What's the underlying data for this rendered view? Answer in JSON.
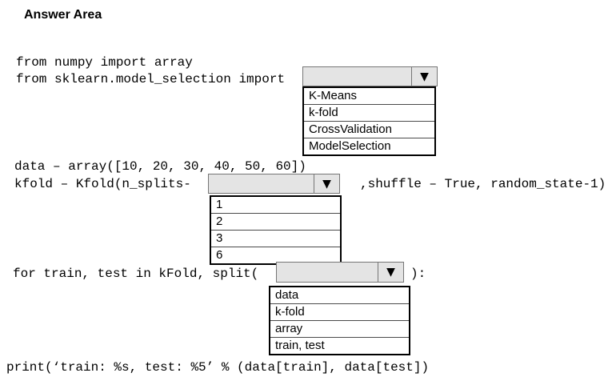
{
  "title": "Answer Area",
  "code": {
    "line1": "from numpy import array",
    "line2_prefix": "from sklearn.model_selection import",
    "line3": "data – array([10, 20, 30, 40, 50, 60])",
    "line4_prefix": "kfold – Kfold(n_splits-",
    "line4_suffix": ",shuffle – True, random_state-1)",
    "line5_prefix": "for train, test in kFold, split(",
    "line5_suffix": "):",
    "line6": "print(‘train: %s, test: %5’ % (data[train], data[test])"
  },
  "icons": {
    "dropdown_arrow": "▼"
  },
  "dropdowns": [
    {
      "name": "import-selection",
      "value": "",
      "options": [
        "K-Means",
        "k-fold",
        "CrossValidation",
        "ModelSelection"
      ]
    },
    {
      "name": "n-splits-value",
      "value": "",
      "options": [
        "1",
        "2",
        "3",
        "6"
      ]
    },
    {
      "name": "split-argument",
      "value": "",
      "options": [
        "data",
        "k-fold",
        "array",
        "train, test"
      ]
    }
  ],
  "colors": {
    "dropdown_fill": "#e4e4e4",
    "dropdown_border": "#767676",
    "list_border": "#000000",
    "text": "#000000"
  }
}
